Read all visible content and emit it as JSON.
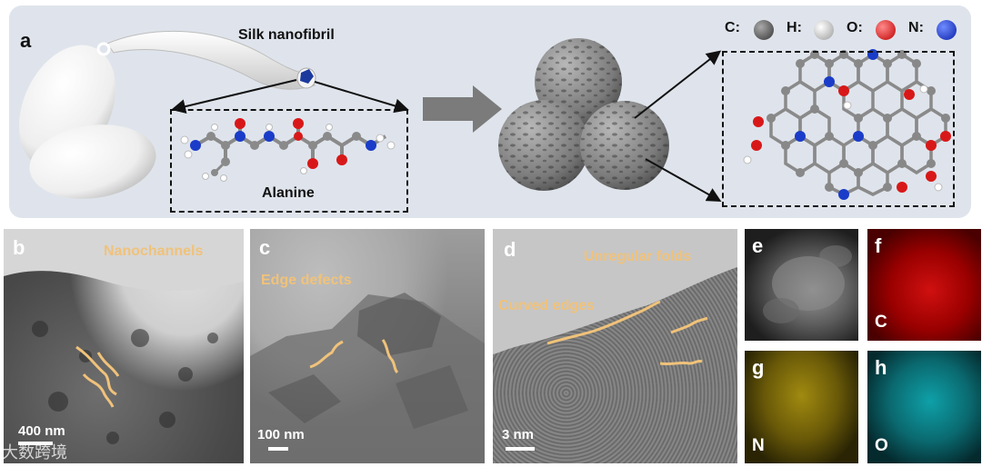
{
  "panel_a": {
    "letter": "a",
    "silk_label": "Silk nanofibril",
    "alanine_label": "Alanine",
    "legend": [
      {
        "symbol": "C",
        "color": "#555555"
      },
      {
        "symbol": "H",
        "color": "#e8e8e8"
      },
      {
        "symbol": "O",
        "color": "#e01818"
      },
      {
        "symbol": "N",
        "color": "#1838d0"
      }
    ]
  },
  "panel_b": {
    "letter": "b",
    "annotation": "Nanochannels",
    "scale": "400 nm"
  },
  "panel_c": {
    "letter": "c",
    "annotation": "Edge defects",
    "scale": "100 nm"
  },
  "panel_d": {
    "letter": "d",
    "annotation_1": "Unregular  folds",
    "annotation_2": "Curved  edges",
    "scale": "3 nm"
  },
  "panel_e": {
    "letter": "e"
  },
  "panel_f": {
    "letter": "f",
    "element": "C"
  },
  "panel_g": {
    "letter": "g",
    "element": "N"
  },
  "panel_h": {
    "letter": "h",
    "element": "O"
  },
  "watermark": "大数跨境"
}
